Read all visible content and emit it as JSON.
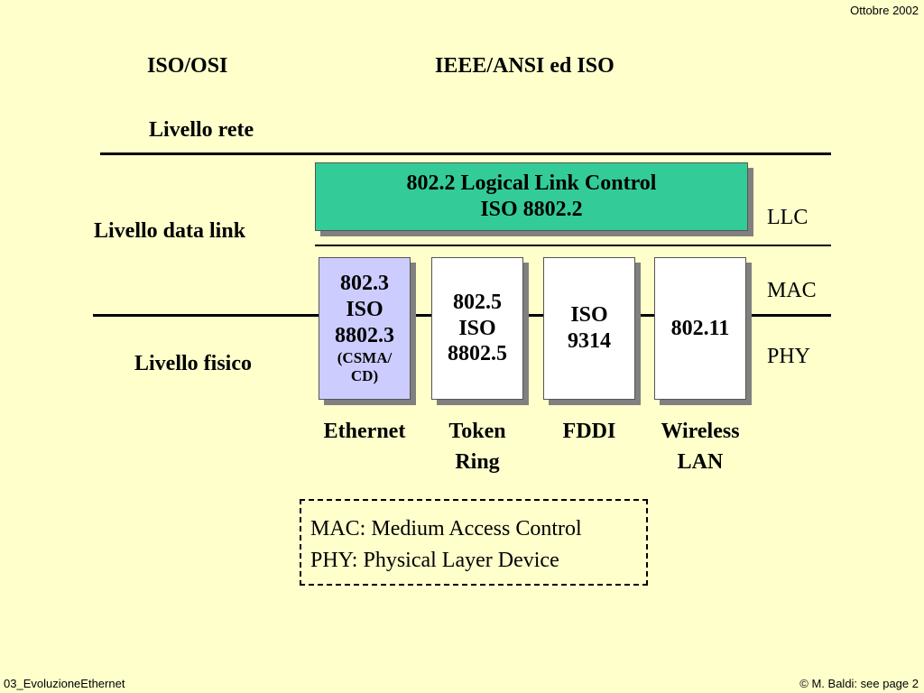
{
  "header": {
    "date": "Ottobre 2002"
  },
  "titles": {
    "left": "ISO/OSI",
    "right": "IEEE/ANSI ed ISO"
  },
  "layers": {
    "rete": "Livello rete",
    "data_link": "Livello data link",
    "fisico": "Livello fisico"
  },
  "sublayers": {
    "llc": "LLC",
    "mac": "MAC",
    "phy": "PHY"
  },
  "llc_box": {
    "line1": "802.2 Logical Link Control",
    "line2": "ISO 8802.2",
    "color": "#33CC99"
  },
  "standards": [
    {
      "lines": [
        "802.3",
        "ISO",
        "8802.3"
      ],
      "extra": [
        "(CSMA/",
        "CD)"
      ],
      "color": "#CCCCFF",
      "caption": [
        "Ethernet"
      ]
    },
    {
      "lines": [
        "802.5",
        "ISO",
        "8802.5"
      ],
      "extra": [],
      "color": "#FFFFFF",
      "caption": [
        "Token",
        "Ring"
      ]
    },
    {
      "lines": [
        "ISO",
        "9314"
      ],
      "extra": [],
      "color": "#FFFFFF",
      "caption": [
        "FDDI"
      ]
    },
    {
      "lines": [
        "802.11"
      ],
      "extra": [],
      "color": "#FFFFFF",
      "caption": [
        "Wireless",
        "LAN"
      ]
    }
  ],
  "legend": {
    "line1": "MAC: Medium Access Control",
    "line2": "PHY: Physical Layer Device"
  },
  "footer": {
    "left": "03_EvoluzioneEthernet",
    "right": "© M. Baldi: see page 2"
  },
  "colors": {
    "background": "#FFFFCC",
    "shadow": "#808080"
  }
}
